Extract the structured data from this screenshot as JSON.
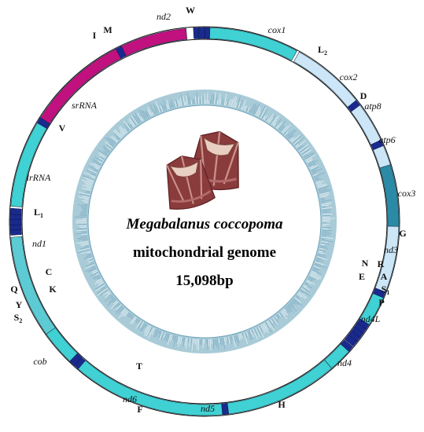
{
  "diagram": {
    "species": "Megabalanus coccopoma",
    "subtitle": "mitochondrial genome",
    "length": "15,098bp",
    "photo": "barnacle-photo",
    "colors": {
      "pcg": "#3fd1d3",
      "pcg_light": "#cde6f7",
      "rrna": "#c0117e",
      "trna": "#1a2a8c",
      "atp6": "#2b8ba6",
      "cob": "#5ccbd3",
      "ring_outer": "#0a0a0a",
      "inner_ring": "#a9cbd8"
    },
    "genes": [
      {
        "name": "nd2",
        "italic": true,
        "color": "#3fd1d3",
        "start": 0.0,
        "end": 0.18
      },
      {
        "name": "cox1",
        "italic": true,
        "color": "#cde6f7",
        "start": 0.185,
        "end": 0.33
      },
      {
        "name": "cox2",
        "italic": true,
        "color": "#cde6f7",
        "start": 0.34,
        "end": 0.42
      },
      {
        "name": "atp8",
        "italic": true,
        "color": "#cde6f7",
        "start": 0.43,
        "end": 0.47
      },
      {
        "name": "atp6",
        "italic": true,
        "color": "#2b8ba6",
        "start": 0.47,
        "end": 0.59
      },
      {
        "name": "cox3",
        "italic": true,
        "color": "#cde6f7",
        "start": 0.59,
        "end": 0.72
      },
      {
        "name": "nd3",
        "italic": true,
        "color": "#3fd1d3",
        "start": 0.73,
        "end": 0.79
      },
      {
        "name": "nd4L",
        "italic": true,
        "color": "#3fd1d3",
        "start": 0.85,
        "end": 0.9
      },
      {
        "name": "nd4",
        "italic": true,
        "color": "#3fd1d3",
        "start": 0.9,
        "end": 1.12
      },
      {
        "name": "nd5",
        "italic": true,
        "color": "#3fd1d3",
        "start": 1.13,
        "end": 1.43
      },
      {
        "name": "nd6",
        "italic": true,
        "color": "#3fd1d3",
        "start": 1.44,
        "end": 1.52
      },
      {
        "name": "cob",
        "italic": true,
        "color": "#5ccbd3",
        "start": 1.52,
        "end": 1.72
      },
      {
        "name": "nd1",
        "italic": true,
        "color": "#3fd1d3",
        "start": 1.78,
        "end": 1.96
      },
      {
        "name": "lrRNA",
        "italic": true,
        "color": "#c0117e",
        "start": 1.96,
        "end": 2.16
      },
      {
        "name": "srRNA",
        "italic": true,
        "color": "#c0117e",
        "start": 2.17,
        "end": 2.3
      }
    ],
    "trnas": [
      {
        "name": "W",
        "pos": 0.0
      },
      {
        "name": "L2",
        "pos": 0.335
      },
      {
        "name": "D",
        "pos": 0.425
      },
      {
        "name": "G",
        "pos": 0.725
      },
      {
        "name": "N",
        "pos": 0.795
      },
      {
        "name": "R",
        "pos": 0.805
      },
      {
        "name": "E",
        "pos": 0.815
      },
      {
        "name": "A",
        "pos": 0.825
      },
      {
        "name": "S1",
        "pos": 0.835
      },
      {
        "name": "P",
        "pos": 0.848
      },
      {
        "name": "H",
        "pos": 1.125
      },
      {
        "name": "F",
        "pos": 1.435
      },
      {
        "name": "T",
        "pos": 1.445
      },
      {
        "name": "S2",
        "pos": 1.73
      },
      {
        "name": "Y",
        "pos": 1.74
      },
      {
        "name": "Q",
        "pos": 1.75
      },
      {
        "name": "K",
        "pos": 1.76
      },
      {
        "name": "C",
        "pos": 1.77
      },
      {
        "name": "L1",
        "pos": 1.955
      },
      {
        "name": "V",
        "pos": 2.165
      },
      {
        "name": "I",
        "pos": 2.32
      },
      {
        "name": "M",
        "pos": 2.33
      }
    ],
    "gene_labels": [
      {
        "text": "nd2",
        "italic": true
      },
      {
        "text": "cox1",
        "italic": true
      },
      {
        "text": "cox2",
        "italic": true
      },
      {
        "text": "atp8",
        "italic": true
      },
      {
        "text": "atp6",
        "italic": true
      },
      {
        "text": "cox3",
        "italic": true
      },
      {
        "text": "nd3",
        "italic": true
      },
      {
        "text": "nd4L",
        "italic": true
      },
      {
        "text": "nd4",
        "italic": true
      },
      {
        "text": "nd5",
        "italic": true
      },
      {
        "text": "nd6",
        "italic": true
      },
      {
        "text": "cob",
        "italic": true
      },
      {
        "text": "nd1",
        "italic": true
      },
      {
        "text": "lrRNA",
        "italic": true
      },
      {
        "text": "srRNA",
        "italic": true
      }
    ],
    "trna_labels": [
      {
        "text": "W"
      },
      {
        "text": "L",
        "sub": "2"
      },
      {
        "text": "D"
      },
      {
        "text": "G"
      },
      {
        "text": "N"
      },
      {
        "text": "R"
      },
      {
        "text": "E"
      },
      {
        "text": "A"
      },
      {
        "text": "S",
        "sub": "1"
      },
      {
        "text": "P"
      },
      {
        "text": "H"
      },
      {
        "text": "T"
      },
      {
        "text": "F"
      },
      {
        "text": "S",
        "sub": "2"
      },
      {
        "text": "Y"
      },
      {
        "text": "Q"
      },
      {
        "text": "K"
      },
      {
        "text": "C"
      },
      {
        "text": "L",
        "sub": "1"
      },
      {
        "text": "V"
      },
      {
        "text": "I"
      },
      {
        "text": "M"
      }
    ]
  }
}
